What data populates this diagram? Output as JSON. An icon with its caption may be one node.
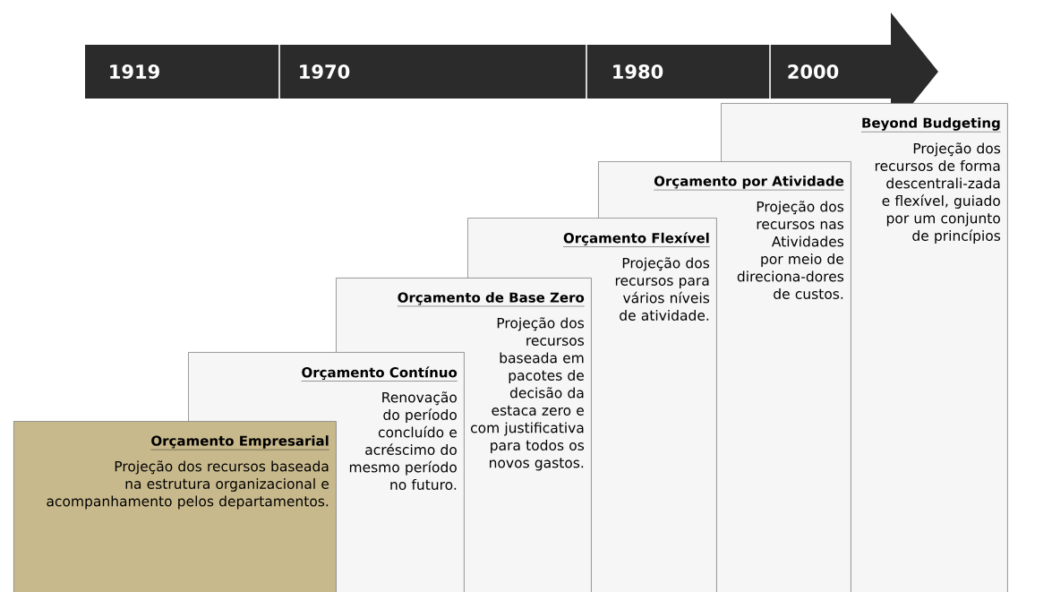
{
  "diagram": {
    "nodes": [
      {
        "text": [
          "Orçamento Empresarial",
          "Projeção dos recursos baseada na estrutura organizacional e acompanhamento pelos departamentos."
        ]
      },
      {
        "text": [
          "Orçamento Contínuo",
          "Renovação do período concluído e acréscimo do mesmo período no futuro."
        ]
      },
      {
        "text": [
          "Orçamento de Base Zero",
          "Projeção dos recursos baseada em pacotes de decisão da estaca zero e com justificativa para todos os novos gastos."
        ]
      },
      {
        "text": [
          "Orçamento Flexível",
          "Projeção dos recursos para vários níveis de atividade."
        ]
      },
      {
        "text": [
          "Orçamento por Atividade",
          "Projeção dos recursos nas Atividades por meio de direciona-dores de custos."
        ]
      },
      {
        "text": [
          "Beyond Budgeting",
          "Projeção dos recursos de forma descentrali-zada e flexível, guiado por um conjunto de princípios"
        ]
      }
    ],
    "labels": [
      "1919",
      "1970",
      "1980",
      "2000"
    ]
  }
}
